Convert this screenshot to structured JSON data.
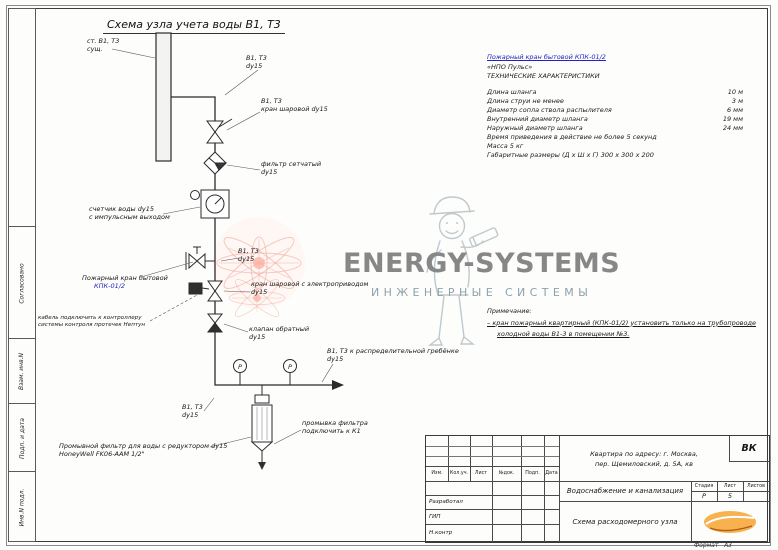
{
  "page": {
    "title": "Схема узла учета воды В1, Т3",
    "format": "Формат   А3"
  },
  "colors": {
    "accent_blue": "#2023c0",
    "watermark_red": "#e4452b",
    "logo_orange": "#ef8b1a"
  },
  "side_stamps": {
    "s1": "Согласовано",
    "s2": "Взам. инв.N",
    "s3": "Подп. и дата",
    "s4": "Инв.N подл."
  },
  "labels": {
    "riser": "ст. В1, Т3\nсущ.",
    "pipe_top": "В1, Т3\ndy15",
    "ball_valve": "В1, Т3\nкран шаровой dy15",
    "strainer": "фильтр сетчатый\ndy15",
    "meter": "счетчик воды dy15\nс импульсным выходом",
    "fire_valve_name": "Пожарный кран бытовой",
    "fire_valve_code": "КПК-01/2",
    "pipe_mid": "В1, Т3\ndy15",
    "motor_valve": "кран шаровой с электроприводом\ndy15",
    "cable": "кабель подключить к контроллеру\nсистемы контроля протечек Нептун",
    "check_valve": "клапан обратный\ndy15",
    "manifold": "В1, Т3 к распределительной гребёнке\ndy15",
    "pipe_bottom": "В1, Т3\ndy15",
    "flush": "промывка фильтра\nподключить к К1",
    "flush_filter": "Промывной фильтр для воды с редуктором dy15\nHoneyWell FK06-AAM 1/2\"",
    "gauge_letter": "P"
  },
  "tech": {
    "title": "Пожарный кран бытовой КПК-01/2",
    "brand": "«НПО Пульс»",
    "heading": "ТЕХНИЧЕСКИЕ ХАРАКТЕРИСТИКИ",
    "specs": [
      {
        "name": "Длина шланга",
        "value": "10 м"
      },
      {
        "name": "Длина струи не менее",
        "value": "3 м"
      },
      {
        "name": "Диаметр сопла ствола распылителя",
        "value": "6 мм"
      },
      {
        "name": "Внутренний диаметр шланга",
        "value": "19 мм"
      },
      {
        "name": "Наружный диаметр шланга",
        "value": "24 мм"
      },
      {
        "name": "Время приведения в действие не более 5 секунд",
        "value": ""
      },
      {
        "name": "Масса 5 кг",
        "value": ""
      },
      {
        "name": "Габаритные размеры (Д х Ш х Г) 300 х 300 х 200",
        "value": ""
      }
    ]
  },
  "note": {
    "title": "Примечание:",
    "line1": "– кран пожарный квартирный (КПК-01/2) установить только на трубопроводе",
    "line2": "холодной воды В1-3  в помещении №3."
  },
  "watermark": {
    "brand": "ENERGY-SYSTEMS",
    "subtitle": "ИНЖЕНЕРНЫЕ СИСТЕМЫ"
  },
  "title_block": {
    "code": "ВК",
    "cols": [
      "Изм.",
      "Кол.уч.",
      "Лист",
      "№док.",
      "Подп.",
      "Дата"
    ],
    "row1": "Разработал",
    "row2": "ГИП",
    "row3": "Н.контр",
    "address1": "Квартира по адресу:  г. Москва,",
    "address2": "пер. Щемиловский, д. 5А, кв",
    "section": "Водоснабжение и канализация",
    "stage_h": "Стадия",
    "sheet_h": "Лист",
    "sheets_h": "Листов",
    "stage": "Р",
    "sheet": "5",
    "doc_name": "Схема расходомерного узла"
  }
}
